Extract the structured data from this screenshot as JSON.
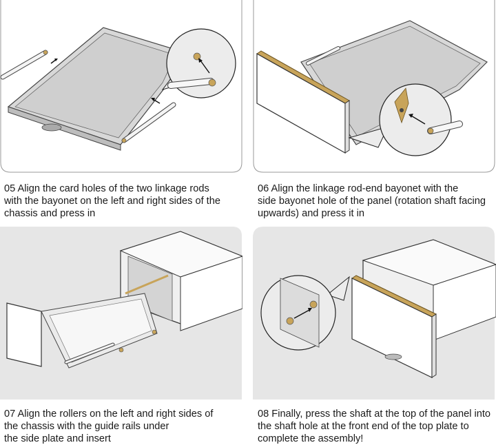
{
  "steps": [
    {
      "number": "05",
      "lines": [
        "05 Align the card holes of the two linkage rods",
        "with the bayonet on the left and right sides of the",
        "chassis and press in"
      ]
    },
    {
      "number": "06",
      "lines": [
        "06 Align the linkage rod-end bayonet with the",
        "side bayonet hole of the panel (rotation shaft facing",
        "upwards) and press it in"
      ]
    },
    {
      "number": "07",
      "lines": [
        "07 Align the rollers on the left and right sides of",
        "the chassis with the guide rails under",
        "the side plate and insert"
      ]
    },
    {
      "number": "08",
      "lines": [
        "08 Finally, press the shaft at the top of the panel into",
        "the shaft hole at the front end of the top plate to",
        "complete the assembly!"
      ]
    }
  ],
  "colors": {
    "panel_bg": "#e6e6e6",
    "outline": "#555555",
    "brass": "#c8a45a",
    "white_part": "#ffffff",
    "tray_gray": "#d9d9d9"
  }
}
